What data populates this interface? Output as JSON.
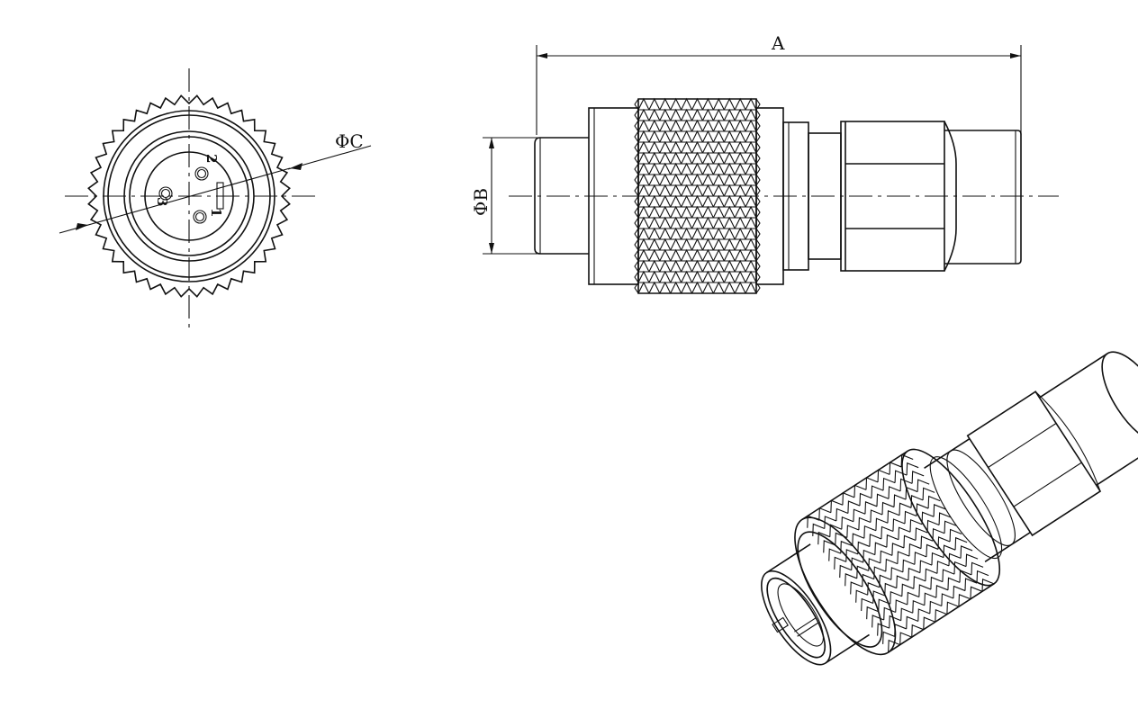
{
  "dimensions": {
    "length_label": "A",
    "body_diameter_label": "ΦB",
    "nut_diameter_label": "ΦC"
  },
  "pin_numbers": [
    "1",
    "2",
    "3"
  ],
  "colors": {
    "line": "#111111",
    "background": "#ffffff"
  }
}
